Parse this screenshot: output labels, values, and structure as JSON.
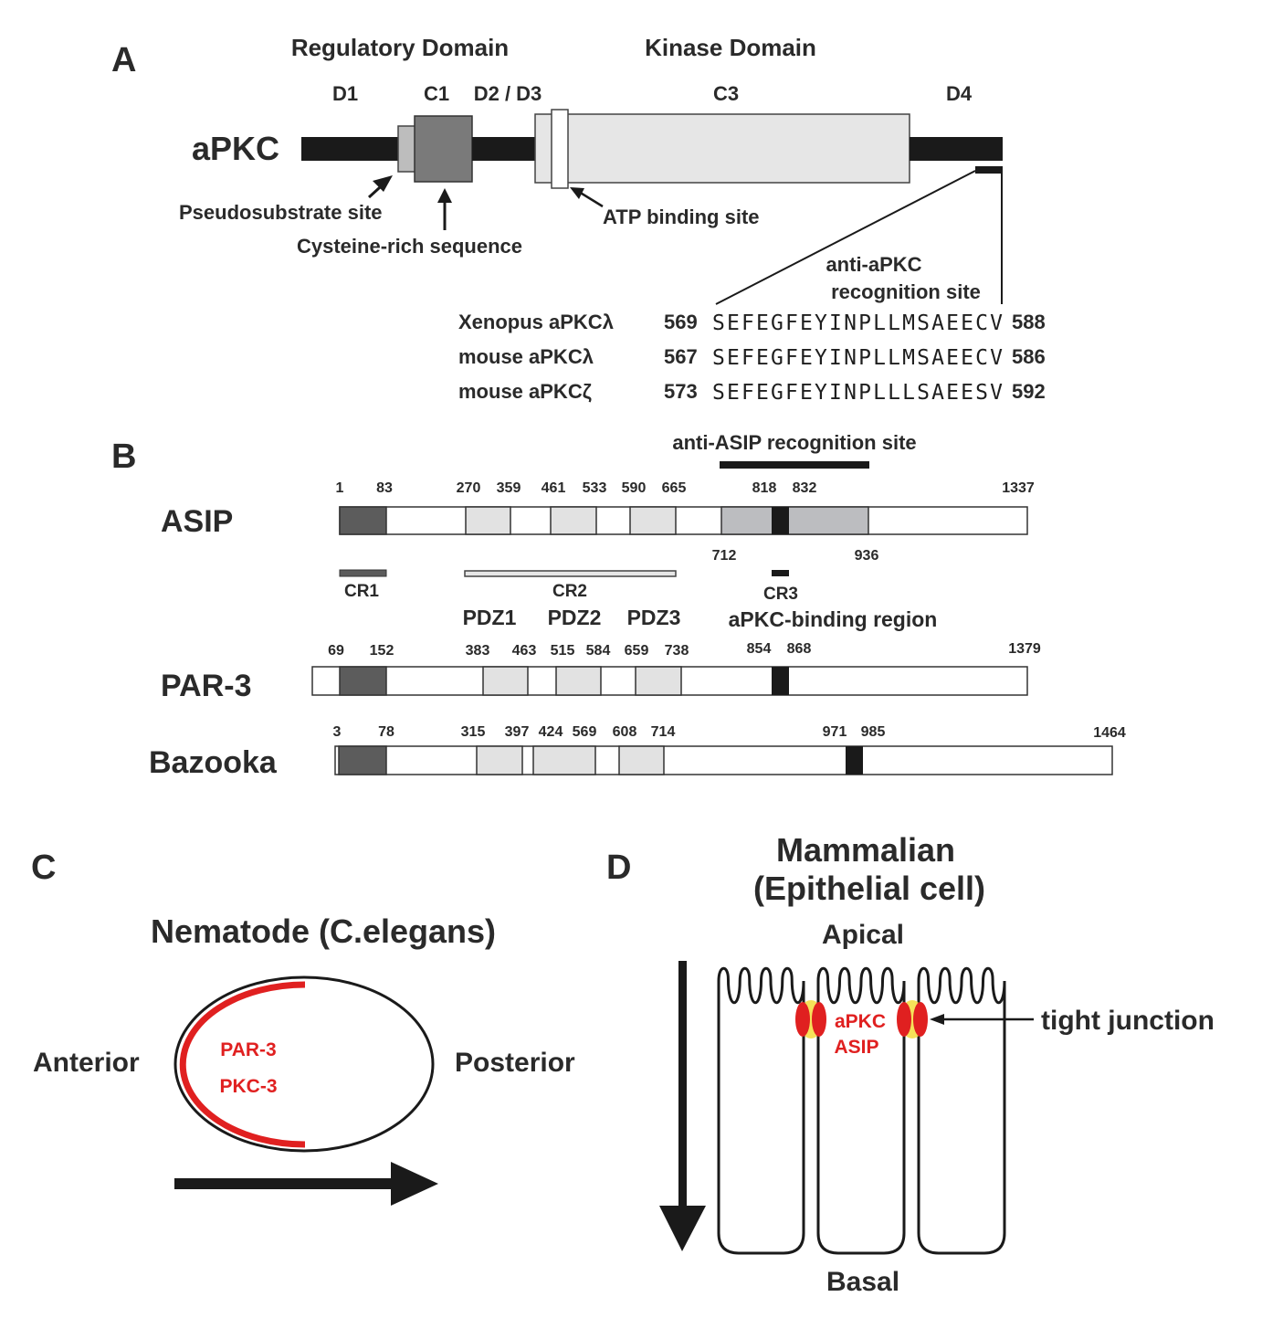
{
  "colors": {
    "black": "#1a1a1a",
    "dark_gray": "#5c5c5c",
    "mid_gray": "#7a7a7a",
    "light_gray": "#bdbdbd",
    "pale_gray": "#e6e6e6",
    "aPKC_binding_gray": "#bcbdc0",
    "red": "#e02020",
    "yellow": "#f5dc3c"
  },
  "panelA": {
    "label": "A",
    "regulatory_domain": "Regulatory Domain",
    "kinase_domain": "Kinase Domain",
    "region_labels": [
      "D1",
      "C1",
      "D2 / D3",
      "C3",
      "D4"
    ],
    "protein_name": "aPKC",
    "pseudosubstrate": "Pseudosubstrate site",
    "cysteine_rich": "Cysteine-rich sequence",
    "atp_binding": "ATP binding site",
    "recognition_line1": "anti-aPKC",
    "recognition_line2": "recognition site",
    "sequences": [
      {
        "species": "Xenopus aPKCλ",
        "start": "569",
        "seq": "SEFEGFEYINPLLMSAEECV",
        "end": "588"
      },
      {
        "species": "mouse aPKCλ",
        "start": "567",
        "seq": "SEFEGFEYINPLLMSAEECV",
        "end": "586"
      },
      {
        "species": "mouse aPKCζ",
        "start": "573",
        "seq": "SEFEGFEYINPLLLSAEESV",
        "end": "592"
      }
    ]
  },
  "panelB": {
    "label": "B",
    "anti_asip": "anti-ASIP recognition site",
    "asip": {
      "name": "ASIP",
      "length": 1337,
      "top_numbers": [
        "1",
        "83",
        "270",
        "359",
        "461",
        "533",
        "590",
        "665",
        "818",
        "832",
        "1337"
      ],
      "bottom_numbers": [
        "712",
        "936"
      ]
    },
    "cr_labels": {
      "cr1": "CR1",
      "cr2": "CR2",
      "cr3": "CR3"
    },
    "pdz_labels": [
      "PDZ1",
      "PDZ2",
      "PDZ3"
    ],
    "apkc_binding": "aPKC-binding region",
    "par3": {
      "name": "PAR-3",
      "length": 1379,
      "numbers": [
        "69",
        "152",
        "383",
        "463",
        "515",
        "584",
        "659",
        "738",
        "854",
        "868",
        "1379"
      ]
    },
    "bazooka": {
      "name": "Bazooka",
      "length": 1464,
      "numbers": [
        "3",
        "78",
        "315",
        "397",
        "424",
        "569",
        "608",
        "714",
        "971",
        "985",
        "1464"
      ]
    }
  },
  "panelC": {
    "label": "C",
    "title": "Nematode (C.elegans)",
    "anterior": "Anterior",
    "posterior": "Posterior",
    "protein1": "PAR-3",
    "protein2": "PKC-3"
  },
  "panelD": {
    "label": "D",
    "title_line1": "Mammalian",
    "title_line2": "(Epithelial cell)",
    "apical": "Apical",
    "basal": "Basal",
    "protein1": "aPKC",
    "protein2": "ASIP",
    "tight_junction": "tight junction"
  }
}
